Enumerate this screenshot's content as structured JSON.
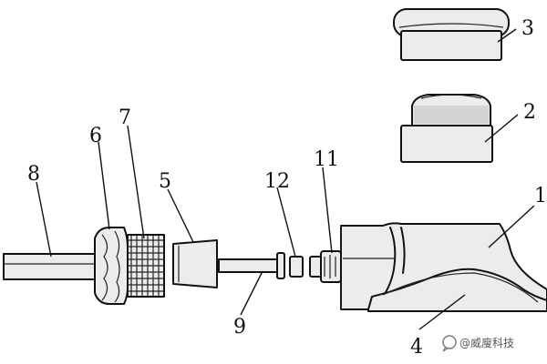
{
  "callouts": [
    {
      "id": "1",
      "label": "1"
    },
    {
      "id": "2",
      "label": "2"
    },
    {
      "id": "3",
      "label": "3"
    },
    {
      "id": "4",
      "label": "4"
    },
    {
      "id": "5",
      "label": "5"
    },
    {
      "id": "6",
      "label": "6"
    },
    {
      "id": "7",
      "label": "7"
    },
    {
      "id": "8",
      "label": "8"
    },
    {
      "id": "9",
      "label": "9"
    },
    {
      "id": "11",
      "label": "11"
    },
    {
      "id": "12",
      "label": "12"
    }
  ],
  "watermark": {
    "icon": "speech-bubble-icon",
    "text": "@威廋科技"
  }
}
